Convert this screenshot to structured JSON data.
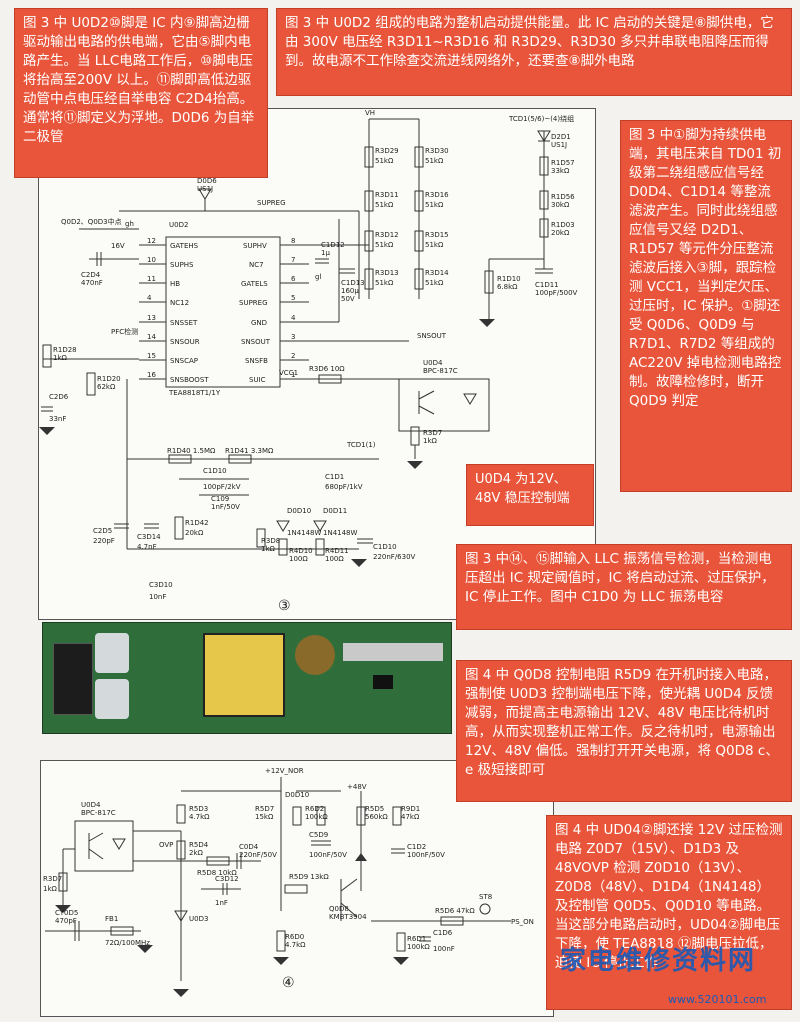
{
  "notes": {
    "n1": "图 3 中 U0D2⑩脚是 IC 内⑨脚高边栅驱动输出电路的供电端，它由⑤脚内电路产生。当 LLC电路工作后，⑩脚电压将抬高至200V 以上。⑪脚即高低边驱动管中点电压经自举电容 C2D4抬高。通常将⑪脚定义为浮地。D0D6 为自举二极管",
    "n2": "图 3 中 U0D2 组成的电路为整机启动提供能量。此 IC 启动的关键是⑧脚供电，它由 300V 电压经 R3D11~R3D16 和 R3D29、R3D30 多只并串联电阻降压而得到。故电源不工作除查交流进线网络外，还要查⑧脚外电路",
    "n3": "图 3 中①脚为持续供电端，其电压来自 TD01 初级第二绕组感应信号经 D0D4、C1D14 等整流滤波产生。同时此绕组感应信号又经 D2D1、R1D57 等元件分压整流滤波后接入③脚，跟踪检测 VCC1，当判定欠压、过压时，IC 保护。①脚还受 Q0D6、Q0D9 与 R7D1、R7D2 等组成的 AC220V 掉电检测电路控制。故障检修时，断开 Q0D9 判定",
    "n4": "U0D4 为12V、48V 稳压控制端",
    "n5": "图 3 中⑭、⑮脚输入 LLC 振荡信号检测，当检测电压超出 IC 规定阈值时，IC 将启动过流、过压保护，IC 停止工作。图中 C1D0 为 LLC 振荡电容",
    "n6": "图 4 中 Q0D8 控制电阻 R5D9 在开机时接入电路，强制使 U0D3 控制端电压下降，使光耦 U0D4 反馈减弱，而提高主电源输出 12V、48V 电压比待机时高，从而实现整机正常工作。反之待机时，电源输出 12V、48V 偏低。强制打开开关电源，将 Q0D8 c、e 极短接即可",
    "n7": "图 4 中 UD04②脚还接 12V 过压检测电路 Z0D7（15V）、D1D3 及 48VOVP 检测 Z0D10（13V）、Z0D8（48V）、D1D4（1N4148）及控制管 Q0D5、Q0D10 等电路。当这部分电路启动时，UD04②脚电压下降，使 TEA8818 ⑫脚电压拉低，迫使 IC 停止工作"
  },
  "figure_labels": {
    "fig3": "③",
    "fig4": "④"
  },
  "schematic3": {
    "ic_name": "U0D2",
    "ic_part": "TEA8818T1/1Y",
    "left_pins": [
      {
        "num": "12",
        "name": "GATEHS"
      },
      {
        "num": "10",
        "name": "SUPHS"
      },
      {
        "num": "11",
        "name": "HB"
      },
      {
        "num": "4",
        "name": "NC12"
      },
      {
        "num": "13",
        "name": "SNSSET"
      },
      {
        "num": "14",
        "name": "SNSOUR"
      },
      {
        "num": "15",
        "name": "SNSCAP"
      },
      {
        "num": "16",
        "name": "SNSBOOST"
      }
    ],
    "right_pins": [
      {
        "num": "8",
        "name": "SUPHV"
      },
      {
        "num": "7",
        "name": "NC7"
      },
      {
        "num": "6",
        "name": "GATELS"
      },
      {
        "num": "5",
        "name": "SUPREG"
      },
      {
        "num": "4",
        "name": "GND"
      },
      {
        "num": "3",
        "name": "SNSOUT"
      },
      {
        "num": "2",
        "name": "SNSFB"
      },
      {
        "num": "1",
        "name": "SUIC"
      }
    ],
    "labels": {
      "d0d6": "D0D6",
      "us1j": "US1J",
      "supreg": "SUPREG",
      "vh": "VH",
      "q0d2": "Q0D2、Q0D3中点",
      "gh": "gh",
      "v16": "16V",
      "gl": "gl",
      "c2d4": "C2D4",
      "c2d4v": "470nF",
      "pfc": "PFC检测",
      "r1d28": "R1D28",
      "r1d28v": "1kΩ",
      "r1d20": "R1D20",
      "r1d20v": "62kΩ",
      "c2d6": "C2D6",
      "c2d6v": "33nF",
      "c1d12": "C1D12",
      "c1d12v": "1μ",
      "c1d13": "C1D13",
      "c1d13v": "160μ",
      "c1d13v2": "50V",
      "r3d29": "R3D29",
      "r3d30": "R3D30",
      "r3d11": "R3D11",
      "r3d16": "R3D16",
      "r3d12": "R3D12",
      "r3d15": "R3D15",
      "r3d13": "R3D13",
      "r3d14": "R3D14",
      "r51k": "51kΩ",
      "snsout": "SNSOUT",
      "r3d6": "R3D6 10Ω",
      "vcc1": "VCC1",
      "tcd1": "TCD1(5/6)~(4)绕组",
      "d2d1": "D2D1",
      "d2d1v": "US1J",
      "r1d57": "R1D57",
      "r1d57v": "33kΩ",
      "r1d56": "R1D56",
      "r1d56v": "30kΩ",
      "r1d03": "R1D03",
      "r1d03v": "20kΩ",
      "r1d10": "R1D10",
      "r1d10v": "6.8kΩ",
      "c1d11": "C1D11",
      "c1d11v": "100pF/500V",
      "u0d4": "U0D4",
      "bpc": "BPC-817C",
      "r3d7": "R3D7",
      "r3d7v": "1kΩ",
      "r1d40": "R1D40 1.5MΩ",
      "r1d41": "R1D41 3.3MΩ",
      "tcd1b": "TCD1(1)",
      "c1d10": "C1D10",
      "c1d10v": "100pF/2kV",
      "c109": "C109",
      "c109v": "1nF/50V",
      "c1d1": "C1D1",
      "c1d1v": "680pF/1kV",
      "c2d5": "C2D5",
      "c2d5v": "220pF",
      "c3d14": "C3D14",
      "c3d14v": "4.7nF",
      "r1d42": "R1D42",
      "r1d42v": "20kΩ",
      "r3d8": "R3D8",
      "r3d8v": "1kΩ",
      "d0d10": "D0D10",
      "d0d10v": "1N4148W",
      "d0d11": "D0D11",
      "d0d11v": "1N4148W",
      "r4d10": "R4D10",
      "r4d10v": "100Ω",
      "r4d11": "R4D11",
      "r4d11v": "100Ω",
      "c1d10b": "C1D10",
      "c1d10bv": "220nF/630V",
      "c3d10": "C3D10",
      "c3d10v": "10nF"
    }
  },
  "schematic4": {
    "labels": {
      "u0d4": "U0D4",
      "bpc": "BPC-817C",
      "r3d7": "R3D7",
      "r3d7v": "1kΩ",
      "cy0d5": "CY0D5",
      "cy0d5v": "470pF",
      "fb1": "FB1",
      "fb1v": "72Ω/100MHz",
      "r5d3": "R5D3",
      "r5d3v": "4.7kΩ",
      "r5d4": "R5D4",
      "r5d4v": "2kΩ",
      "ovp": "OVP",
      "r5d8": "R5D8 10kΩ",
      "c0d4": "C0D4",
      "c0d4v": "220nF/50V",
      "c3d12": "C3D12",
      "c3d12v": "1nF",
      "u0d3": "U0D3",
      "v12": "+12V_NOR",
      "r5d7": "R5D7",
      "r5d7v": "15kΩ",
      "d0d10": "D0D10",
      "r6d2": "R6D2",
      "r6d2v": "100kΩ",
      "c5d9": "C5D9",
      "c5d9v": "100nF/50V",
      "r5d9": "R5D9 13kΩ",
      "q0d8": "Q0D8",
      "q0d8v": "KMBT3904",
      "r6d0": "R6D0",
      "r6d0v": "4.7kΩ",
      "v48": "+48V",
      "r5d5": "R5D5",
      "r5d5v": "560kΩ",
      "r9d1": "R9D1",
      "r9d1v": "47kΩ",
      "c1d2": "C1D2",
      "c1d2v": "100nF/50V",
      "r5d6": "R5D6 47kΩ",
      "r6d1": "R6D1",
      "r6d1v": "100kΩ",
      "c1d6": "C1D6",
      "c1d6v": "100nF",
      "st8": "ST8",
      "ps_on": "PS_ON"
    }
  },
  "watermark": {
    "text": "家电维修资料网",
    "url": "www.520101.com"
  }
}
